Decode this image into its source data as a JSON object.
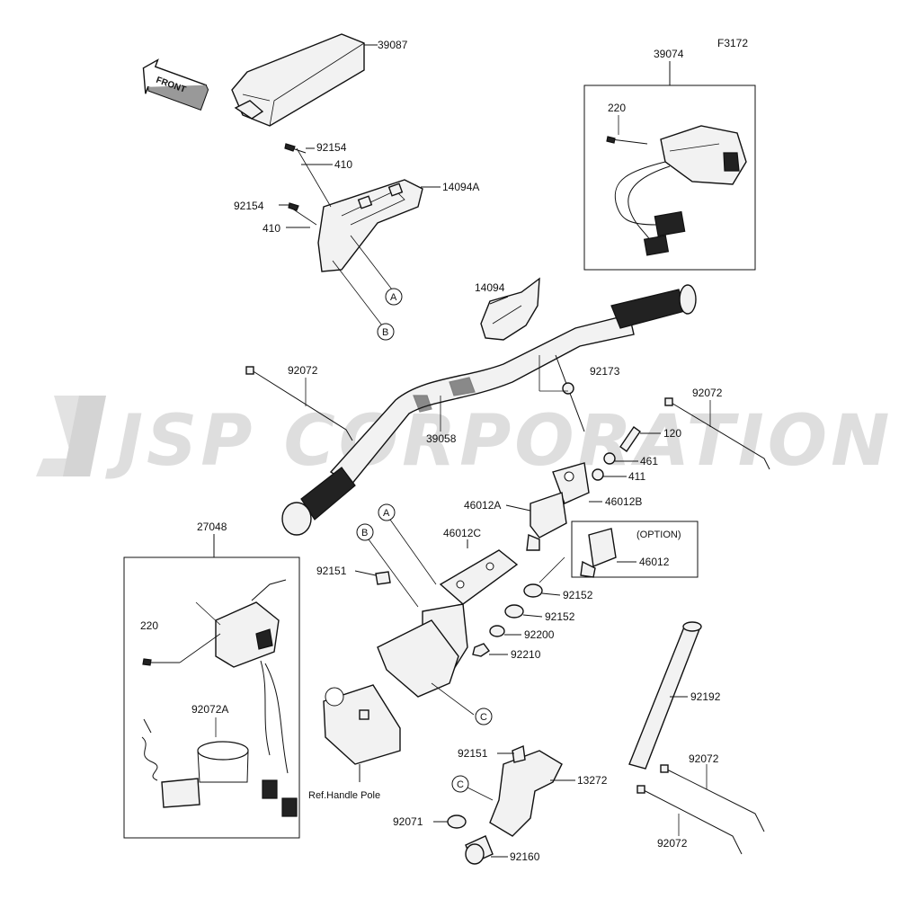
{
  "figure_code": "F3172",
  "watermark": "JSP CORPORATION",
  "front_label": "FRONT",
  "option_label": "(OPTION)",
  "ref_label": "Ref.Handle Pole",
  "ref_letters": [
    "A",
    "B",
    "C"
  ],
  "parts": [
    {
      "id": "39087"
    },
    {
      "id": "92154"
    },
    {
      "id": "410"
    },
    {
      "id": "14094A"
    },
    {
      "id": "92154"
    },
    {
      "id": "410"
    },
    {
      "id": "39074"
    },
    {
      "id": "220"
    },
    {
      "id": "14094"
    },
    {
      "id": "92072"
    },
    {
      "id": "92173"
    },
    {
      "id": "39058"
    },
    {
      "id": "92072"
    },
    {
      "id": "120"
    },
    {
      "id": "461"
    },
    {
      "id": "411"
    },
    {
      "id": "46012A"
    },
    {
      "id": "46012B"
    },
    {
      "id": "46012C"
    },
    {
      "id": "46012"
    },
    {
      "id": "27048"
    },
    {
      "id": "92151"
    },
    {
      "id": "92152"
    },
    {
      "id": "92152"
    },
    {
      "id": "92200"
    },
    {
      "id": "92210"
    },
    {
      "id": "220"
    },
    {
      "id": "92072A"
    },
    {
      "id": "92192"
    },
    {
      "id": "92151"
    },
    {
      "id": "13272"
    },
    {
      "id": "92072"
    },
    {
      "id": "92071"
    },
    {
      "id": "92160"
    },
    {
      "id": "92072"
    }
  ]
}
